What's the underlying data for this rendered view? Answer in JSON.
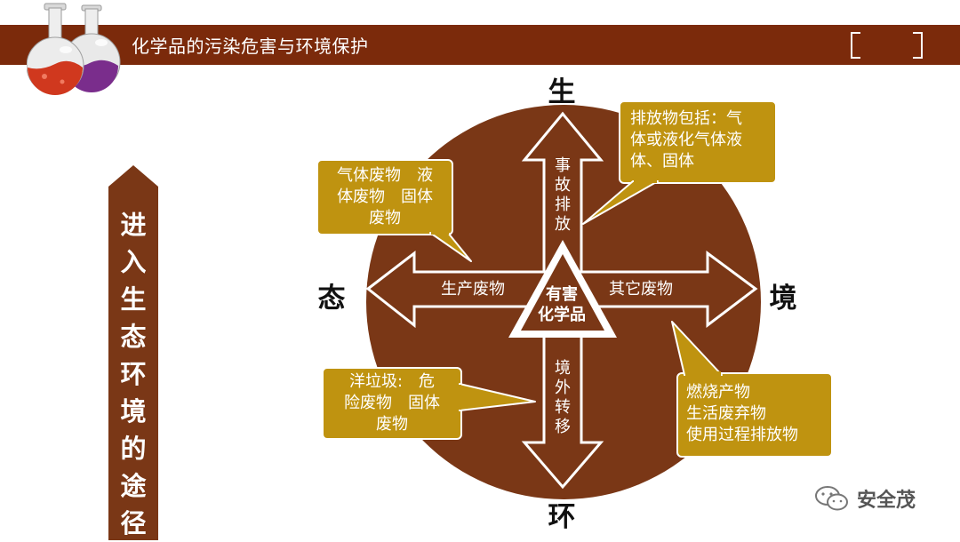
{
  "header": {
    "title": "化学品的污染危害与环境保护"
  },
  "side": {
    "chars": [
      "进",
      "入",
      "生",
      "态",
      "环",
      "境",
      "的",
      "途",
      "径"
    ]
  },
  "directions": {
    "top": "生",
    "left": "态",
    "right": "境",
    "bottom": "环"
  },
  "arrows": {
    "up": [
      "事",
      "故",
      "排",
      "放"
    ],
    "down": [
      "境",
      "外",
      "转",
      "移"
    ],
    "left": "生产废物",
    "right": "其它废物"
  },
  "center": {
    "lines": [
      "有害",
      "化学品"
    ]
  },
  "callouts": {
    "top_left": [
      "气体废物　液",
      "体废物　固体",
      "废物"
    ],
    "top_right": [
      "排放物包括：气",
      "体或液化气体液",
      "体、固体"
    ],
    "bottom_left": [
      "洋垃圾:　危",
      "险废物　固体",
      "废物"
    ],
    "bottom_right": [
      "燃烧产物",
      "生活废弃物",
      "使用过程排放物"
    ]
  },
  "watermark": {
    "text": "安全茂"
  },
  "colors": {
    "header": "#7b2a0b",
    "circle": "#7a3716",
    "callout": "#bf9310",
    "arrow_outline": "#ffffff"
  }
}
